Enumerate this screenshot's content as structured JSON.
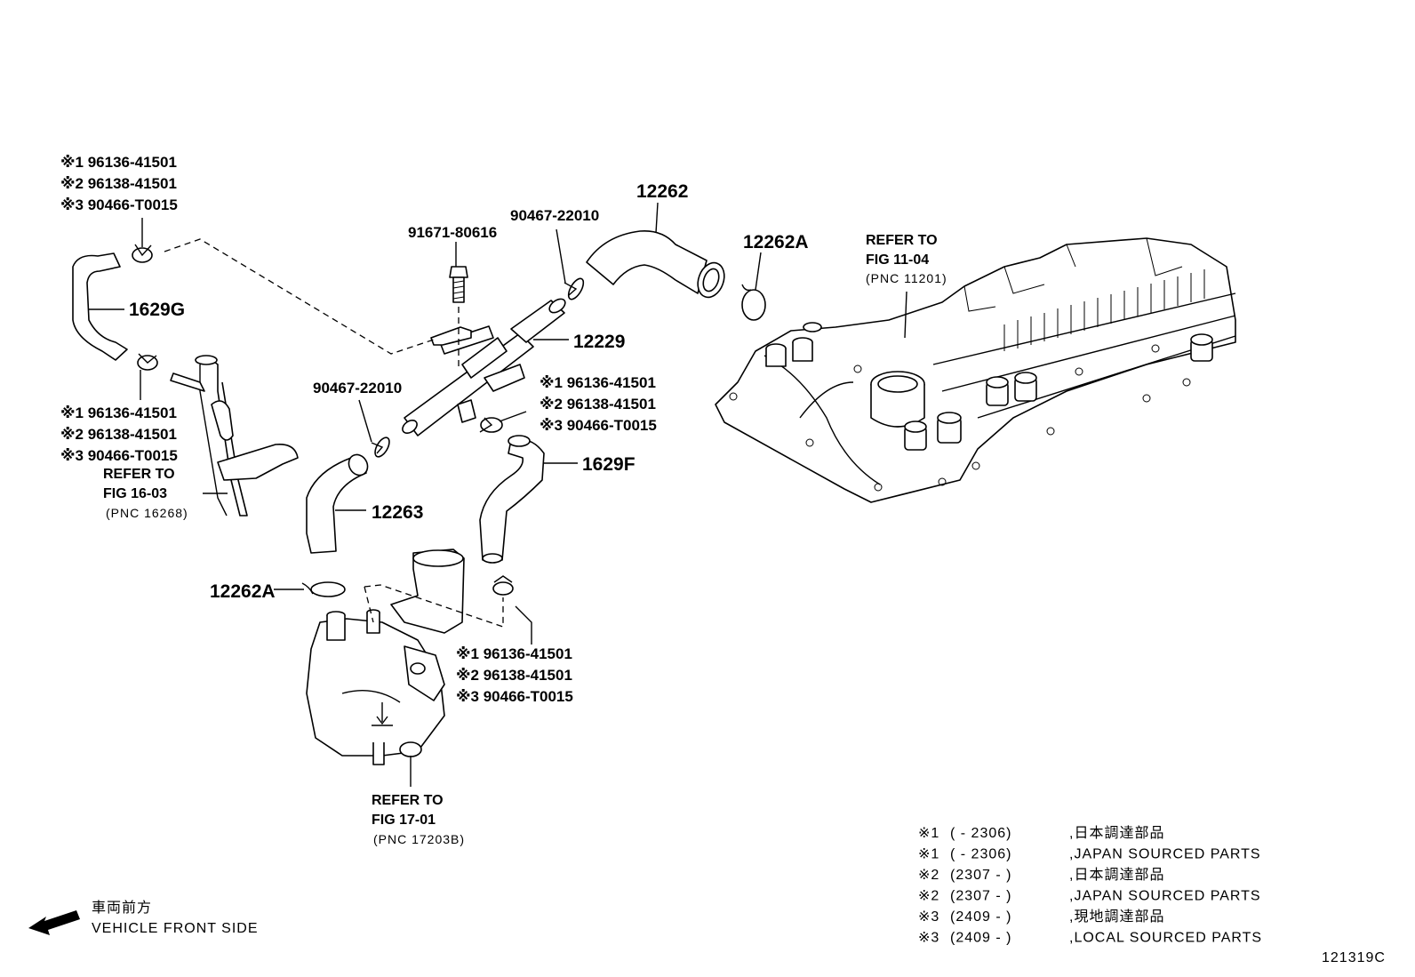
{
  "callouts": {
    "clip_top_left": [
      "※1 96136-41501",
      "※2 96138-41501",
      "※3 90466-T0015"
    ],
    "clip_left_mid": [
      "※1 96136-41501",
      "※2 96138-41501",
      "※3 90466-T0015"
    ],
    "clip_center_right": [
      "※1 96136-41501",
      "※2 96138-41501",
      "※3 90466-T0015"
    ],
    "clip_bottom": [
      "※1 96136-41501",
      "※2 96138-41501",
      "※3 90466-T0015"
    ],
    "hose_1629g": "1629G",
    "hose_1629f": "1629F",
    "part_12262": "12262",
    "part_12262a_top": "12262A",
    "part_12262a_left": "12262A",
    "part_12229": "12229",
    "part_12263": "12263",
    "bolt_91671": "91671-80616",
    "clamp_90467_top": "90467-22010",
    "clamp_90467_mid": "90467-22010"
  },
  "refers": {
    "fig_11_04": [
      "REFER TO",
      "FIG 11-04",
      "(PNC 11201)"
    ],
    "fig_16_03": [
      "REFER TO",
      "FIG 16-03",
      "(PNC 16268)"
    ],
    "fig_17_01": [
      "REFER TO",
      "FIG 17-01",
      "(PNC 17203B)"
    ]
  },
  "legend": [
    {
      "mark": "※1",
      "range": "(        - 2306)",
      "text": ",日本調達部品"
    },
    {
      "mark": "※1",
      "range": "(        - 2306)",
      "text": ",JAPAN SOURCED PARTS"
    },
    {
      "mark": "※2",
      "range": "(2307  -        )",
      "text": ",日本調達部品"
    },
    {
      "mark": "※2",
      "range": "(2307  -        )",
      "text": ",JAPAN SOURCED PARTS"
    },
    {
      "mark": "※3",
      "range": "(2409  -        )",
      "text": ",現地調達部品"
    },
    {
      "mark": "※3",
      "range": "(2409  -        )",
      "text": ",LOCAL SOURCED PARTS"
    }
  ],
  "front": {
    "jp": "車両前方",
    "en": "VEHICLE FRONT SIDE"
  },
  "illustration_id": "121319C"
}
